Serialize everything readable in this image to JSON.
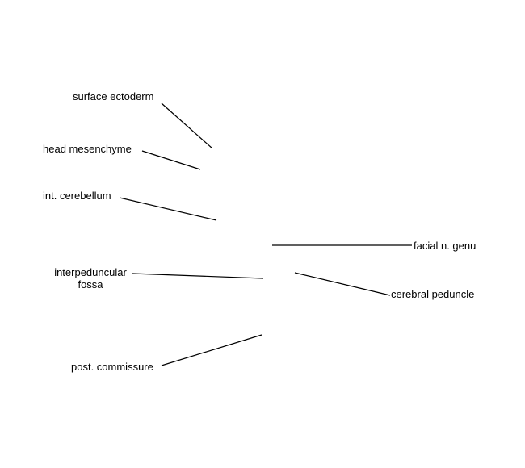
{
  "labels": {
    "surface_ectoderm": "surface ectoderm",
    "head_mesenchyme": "head mesenchyme",
    "int_cerebellum": "int. cerebellum",
    "facial_n_genu": "facial n. genu",
    "interpeduncular_fossa_line1": "interpeduncular",
    "interpeduncular_fossa_line2": "fossa",
    "cerebral_peduncle": "cerebral peduncle",
    "post_commissure": "post. commissure"
  }
}
